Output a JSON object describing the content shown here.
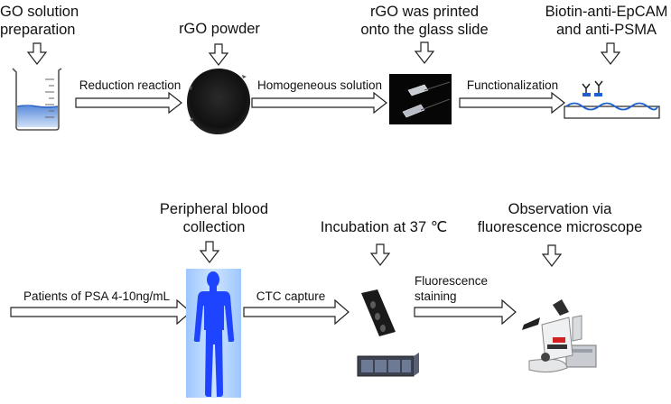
{
  "row1": {
    "step1": {
      "line1": "GO solution",
      "line2": "preparation"
    },
    "step2": {
      "label": "rGO powder"
    },
    "step3": {
      "line1": "rGO was printed",
      "line2": "onto the glass slide"
    },
    "step4": {
      "line1": "Biotin-anti-EpCAM",
      "line2": "and anti-PSMA"
    },
    "arrow1_label": "Reduction reaction",
    "arrow2_label": "Homogeneous solution",
    "arrow3_label": "Functionalization"
  },
  "row2": {
    "step1": {
      "line1": "Peripheral blood",
      "line2": "collection"
    },
    "step2": {
      "label": "Incubation at 37 ℃"
    },
    "step3": {
      "line1": "Observation via",
      "line2": "fluorescence microscope"
    },
    "arrow1_label": "Patients of PSA 4-10ng/mL",
    "arrow2_label": "CTC capture",
    "arrow3_line1": "Fluorescence",
    "arrow3_line2": "staining"
  },
  "icons": [
    "beaker-icon",
    "rgo-powder-icon",
    "glass-slide-icon",
    "functionalized-chip-icon",
    "human-body-icon",
    "incubation-chip-icon",
    "fluorescence-microscope-icon"
  ],
  "colors": {
    "water": "#2b63c4",
    "body": "#1f44ff",
    "powder": "#151515",
    "chip_wave": "#1f5fd0"
  }
}
